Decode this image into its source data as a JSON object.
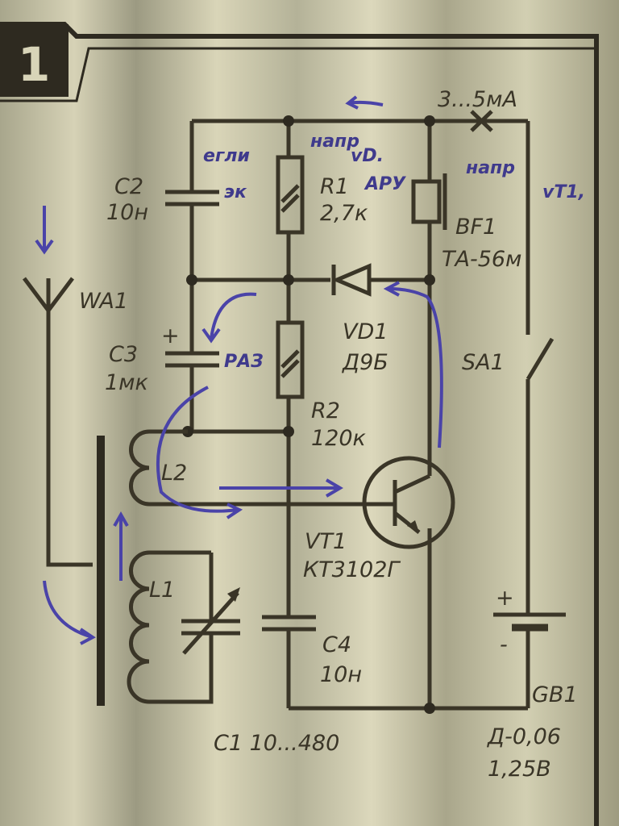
{
  "figure_number": "1",
  "labels": {
    "current": "3...5мА",
    "c2_name": "C2",
    "c2_value": "10н",
    "r1_name": "R1",
    "r1_value": "2,7к",
    "bf1_name": "BF1",
    "bf1_type": "ТА-56м",
    "wa1": "WA1",
    "c3_name": "C3",
    "c3_value": "1мк",
    "vd1_name": "VD1",
    "vd1_type": "Д9Б",
    "sa1": "SA1",
    "r2_name": "R2",
    "r2_value": "120к",
    "l2": "L2",
    "vt1_name": "VT1",
    "vt1_type": "КТ3102Г",
    "l1": "L1",
    "c4_name": "C4",
    "c4_value": "10н",
    "gb1_name": "GB1",
    "gb1_type": "Д-0,06",
    "gb1_voltage": "1,25В",
    "c1": "C1 10...480",
    "plus": "+",
    "minus": "-"
  },
  "handwritten": {
    "note1": "егли",
    "note2": "эк",
    "note3": "напр",
    "note4": "vD.",
    "note5": "АРУ",
    "note6": "напр",
    "note7": "vT1,",
    "note8": "РАЗ"
  }
}
